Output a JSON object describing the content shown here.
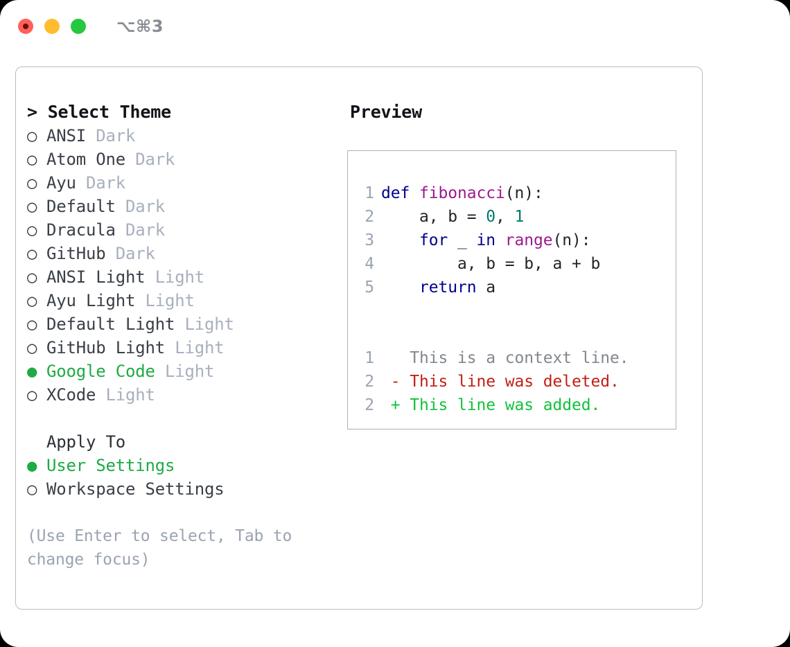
{
  "window": {
    "shortcut": "⌥⌘3",
    "traffic_lights": [
      {
        "name": "close",
        "color": "#ff6158"
      },
      {
        "name": "minimize",
        "color": "#ffbd2e"
      },
      {
        "name": "zoom",
        "color": "#26c83f"
      }
    ]
  },
  "colors": {
    "accent_green": "#1eab45",
    "muted": "#a8b0bd",
    "hint": "#9aa3b2",
    "panel_border": "#b4bdc9",
    "preview_border": "#a8b2c0",
    "keyword": "#00008f",
    "function": "#9c1a8c",
    "number": "#00796b",
    "diff_context": "#82878f",
    "diff_deleted": "#c21f14",
    "diff_added": "#11c23b"
  },
  "theme_picker": {
    "title": "> Select Theme",
    "bullet_selected": "●",
    "bullet_unselected": "○",
    "items": [
      {
        "label": "ANSI",
        "category": "Dark",
        "selected": false
      },
      {
        "label": "Atom One",
        "category": "Dark",
        "selected": false
      },
      {
        "label": "Ayu",
        "category": "Dark",
        "selected": false
      },
      {
        "label": "Default",
        "category": "Dark",
        "selected": false
      },
      {
        "label": "Dracula",
        "category": "Dark",
        "selected": false
      },
      {
        "label": "GitHub",
        "category": "Dark",
        "selected": false
      },
      {
        "label": "ANSI Light",
        "category": "Light",
        "selected": false
      },
      {
        "label": "Ayu Light",
        "category": "Light",
        "selected": false
      },
      {
        "label": "Default Light",
        "category": "Light",
        "selected": false
      },
      {
        "label": "GitHub Light",
        "category": "Light",
        "selected": false
      },
      {
        "label": "Google Code",
        "category": "Light",
        "selected": true
      },
      {
        "label": "XCode",
        "category": "Light",
        "selected": false
      }
    ]
  },
  "apply_to": {
    "label": "Apply To",
    "items": [
      {
        "label": "User Settings",
        "selected": true
      },
      {
        "label": "Workspace Settings",
        "selected": false
      }
    ]
  },
  "hint": "(Use Enter to select, Tab to change focus)",
  "preview": {
    "title": "Preview",
    "code_lines": [
      {
        "number": "1",
        "tokens": [
          {
            "t": "def ",
            "k": "kw"
          },
          {
            "t": "fibonacci",
            "k": "fn"
          },
          {
            "t": "(n):",
            "k": "plain"
          }
        ]
      },
      {
        "number": "2",
        "tokens": [
          {
            "t": "    a, b = ",
            "k": "plain"
          },
          {
            "t": "0",
            "k": "num"
          },
          {
            "t": ", ",
            "k": "plain"
          },
          {
            "t": "1",
            "k": "num"
          }
        ]
      },
      {
        "number": "3",
        "tokens": [
          {
            "t": "    ",
            "k": "plain"
          },
          {
            "t": "for",
            "k": "kw"
          },
          {
            "t": " _ ",
            "k": "plain"
          },
          {
            "t": "in",
            "k": "kw"
          },
          {
            "t": " ",
            "k": "plain"
          },
          {
            "t": "range",
            "k": "fn"
          },
          {
            "t": "(n):",
            "k": "plain"
          }
        ]
      },
      {
        "number": "4",
        "tokens": [
          {
            "t": "        a, b = b, a + b",
            "k": "plain"
          }
        ]
      },
      {
        "number": "5",
        "tokens": [
          {
            "t": "    ",
            "k": "plain"
          },
          {
            "t": "return",
            "k": "kw"
          },
          {
            "t": " a",
            "k": "plain"
          }
        ]
      }
    ],
    "diff_lines": [
      {
        "number": "1",
        "marker": " ",
        "text": "This is a context line.",
        "kind": "diff-ctx"
      },
      {
        "number": "2",
        "marker": "-",
        "text": "This line was deleted.",
        "kind": "diff-del"
      },
      {
        "number": "2",
        "marker": "+",
        "text": "This line was added.",
        "kind": "diff-add"
      }
    ]
  }
}
